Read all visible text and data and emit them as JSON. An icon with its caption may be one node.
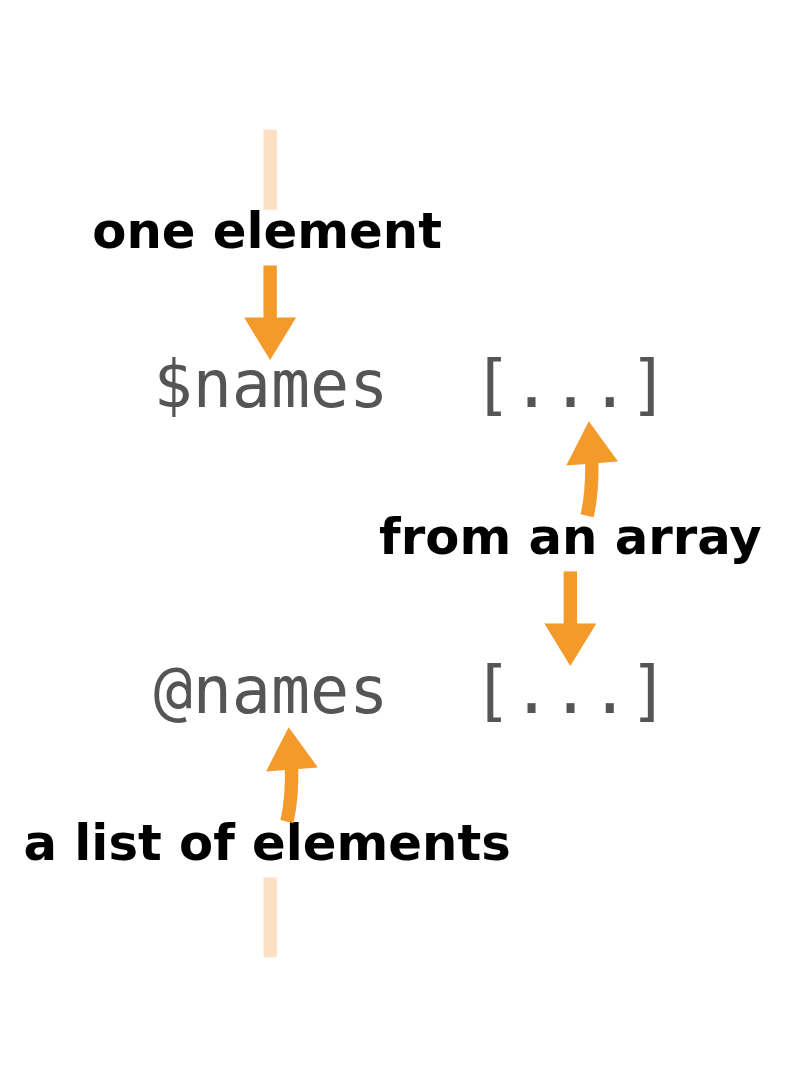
{
  "diagram": {
    "nodes": [
      {
        "text": [
          "one element"
        ]
      },
      {
        "text": [
          "$names"
        ]
      },
      {
        "text": [
          "[...]"
        ]
      },
      {
        "text": [
          "from an array"
        ]
      },
      {
        "text": [
          "@names"
        ]
      },
      {
        "text": [
          "[...]"
        ]
      },
      {
        "text": [
          "a list of elements"
        ]
      }
    ],
    "edges": [
      {
        "from": null,
        "to": 0,
        "arrow": "none",
        "color": "#fbe0c4"
      },
      {
        "from": 0,
        "to": 1,
        "arrow": "to"
      },
      {
        "from": 3,
        "to": 2,
        "arrow": "to"
      },
      {
        "from": 3,
        "to": 5,
        "arrow": "to"
      },
      {
        "from": 6,
        "to": 4,
        "arrow": "to"
      },
      {
        "from": 6,
        "to": null,
        "arrow": "none",
        "color": "#fbe0c4"
      }
    ]
  }
}
